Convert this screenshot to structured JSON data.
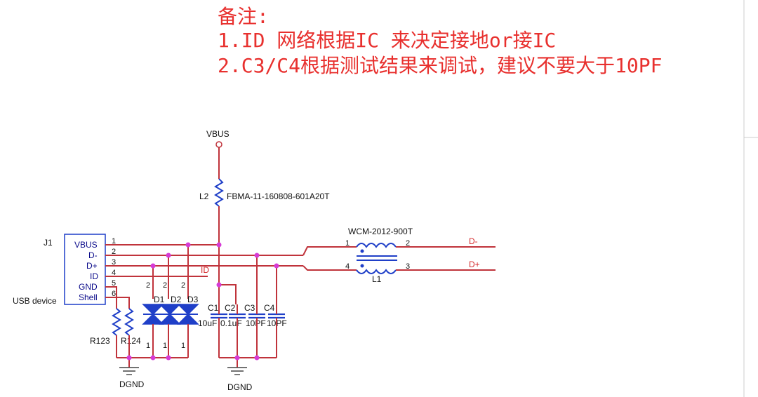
{
  "notes": {
    "heading": "备注:",
    "line1": "1.ID 网络根据IC 来决定接地or接IC",
    "line2": "2.C3/C4根据测试结果来调试，建议不要大于10PF"
  },
  "power": {
    "vbus_label": "VBUS"
  },
  "ferrite": {
    "ref": "L2",
    "part": "FBMA-11-160808-601A20T"
  },
  "connector": {
    "ref": "J1",
    "name": "USB device",
    "pins": [
      {
        "label": "VBUS",
        "num": "1"
      },
      {
        "label": "D-",
        "num": "2"
      },
      {
        "label": "D+",
        "num": "3"
      },
      {
        "label": "ID",
        "num": "4"
      },
      {
        "label": "GND",
        "num": "5"
      },
      {
        "label": "Shell",
        "num": "6"
      }
    ]
  },
  "nets": {
    "id": "ID",
    "dminus": "D-",
    "dplus": "D+"
  },
  "choke": {
    "part": "WCM-2012-900T",
    "ref": "L1",
    "pin1": "1",
    "pin2": "2",
    "pin3": "3",
    "pin4": "4"
  },
  "diodes": [
    {
      "ref": "D1",
      "pin_top": "2",
      "pin_bottom": "1"
    },
    {
      "ref": "D2",
      "pin_top": "2",
      "pin_bottom": "1"
    },
    {
      "ref": "D3",
      "pin_top": "2",
      "pin_bottom": "1"
    }
  ],
  "caps": [
    {
      "ref": "C1",
      "value": "10uF"
    },
    {
      "ref": "C2",
      "value": "0.1uF"
    },
    {
      "ref": "C3",
      "value": "10PF"
    },
    {
      "ref": "C4",
      "value": "10PF"
    }
  ],
  "resistors": [
    {
      "ref": "R123"
    },
    {
      "ref": "R124"
    }
  ],
  "grounds": [
    {
      "label": "DGND"
    },
    {
      "label": "DGND"
    }
  ],
  "colors": {
    "note": "#e8302e",
    "wire": "#c0333b",
    "component": "#1f3fc8",
    "junction": "#d63bd6",
    "net_label": "#d4282a"
  }
}
